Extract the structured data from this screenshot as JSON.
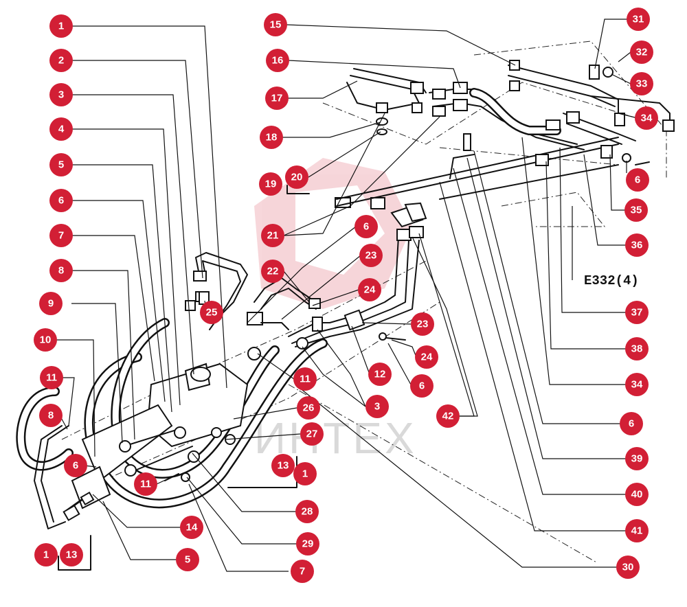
{
  "diagram": {
    "reference_code": "E332(4)",
    "watermark_text": "ИНТЕХ",
    "accent_color": "#d21f35",
    "callouts": [
      {
        "label": "1"
      },
      {
        "label": "2"
      },
      {
        "label": "3"
      },
      {
        "label": "4"
      },
      {
        "label": "5"
      },
      {
        "label": "6"
      },
      {
        "label": "7"
      },
      {
        "label": "8"
      },
      {
        "label": "9"
      },
      {
        "label": "10"
      },
      {
        "label": "11"
      },
      {
        "label": "8"
      },
      {
        "label": "6"
      },
      {
        "label": "11"
      },
      {
        "label": "1"
      },
      {
        "label": "13"
      },
      {
        "label": "14"
      },
      {
        "label": "5"
      },
      {
        "label": "7"
      },
      {
        "label": "25"
      },
      {
        "label": "22"
      },
      {
        "label": "23"
      },
      {
        "label": "24"
      },
      {
        "label": "6"
      },
      {
        "label": "21"
      },
      {
        "label": "19"
      },
      {
        "label": "20"
      },
      {
        "label": "18"
      },
      {
        "label": "17"
      },
      {
        "label": "16"
      },
      {
        "label": "15"
      },
      {
        "label": "11"
      },
      {
        "label": "26"
      },
      {
        "label": "27"
      },
      {
        "label": "13"
      },
      {
        "label": "1"
      },
      {
        "label": "28"
      },
      {
        "label": "29"
      },
      {
        "label": "12"
      },
      {
        "label": "3"
      },
      {
        "label": "23"
      },
      {
        "label": "24"
      },
      {
        "label": "6"
      },
      {
        "label": "42"
      },
      {
        "label": "30"
      },
      {
        "label": "31"
      },
      {
        "label": "32"
      },
      {
        "label": "33"
      },
      {
        "label": "34"
      },
      {
        "label": "6"
      },
      {
        "label": "35"
      },
      {
        "label": "36"
      },
      {
        "label": "37"
      },
      {
        "label": "38"
      },
      {
        "label": "34"
      },
      {
        "label": "6"
      },
      {
        "label": "39"
      },
      {
        "label": "40"
      },
      {
        "label": "41"
      }
    ]
  }
}
